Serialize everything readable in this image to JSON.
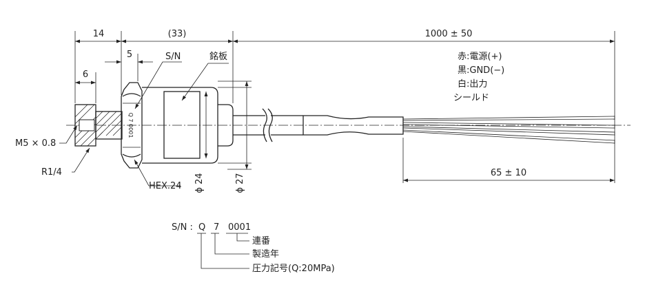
{
  "dimensions": {
    "dim_14": "14",
    "dim_33": "(33)",
    "dim_1000": "1000 ± 50",
    "dim_5": "5",
    "dim_6": "6",
    "dim_65": "65 ± 10",
    "dim_phi24": "ϕ 24",
    "dim_phi27": "ϕ 27"
  },
  "callouts": {
    "sn": "S/N",
    "nameplate": "銘板",
    "m5": "M5 × 0.8",
    "r14": "R1/4",
    "hex": "HEX.24"
  },
  "wires": {
    "red": "赤:電源(+)",
    "black": "黒:GND(−)",
    "white": "白:出力",
    "shield": "シールド"
  },
  "nut_engraving": "Q 7 0001",
  "serial_legend": {
    "prefix": "S/N : ",
    "code_q": "Q",
    "code_7": "7",
    "code_serial": "0001",
    "items": [
      "連番",
      "製造年",
      "圧力記号(Q:20MPa)"
    ]
  }
}
